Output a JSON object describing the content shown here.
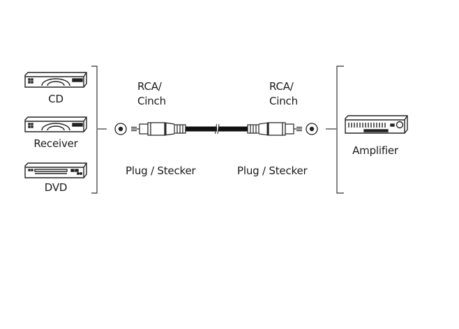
{
  "devices_left": [
    {
      "label": "CD",
      "icon": "cd-player-icon"
    },
    {
      "label": "Receiver",
      "icon": "receiver-icon"
    },
    {
      "label": "DVD",
      "icon": "dvd-player-icon"
    }
  ],
  "device_right": {
    "label": "Amplifier",
    "icon": "amplifier-icon"
  },
  "connector_left": {
    "type_line1": "RCA/",
    "type_line2": "Cinch",
    "plug_label": "Plug / Stecker"
  },
  "connector_right": {
    "type_line1": "RCA/",
    "type_line2": "Cinch",
    "plug_label": "Plug / Stecker"
  },
  "colors": {
    "line": "#333333",
    "cable": "#111111",
    "plug_stroke": "#222222"
  }
}
